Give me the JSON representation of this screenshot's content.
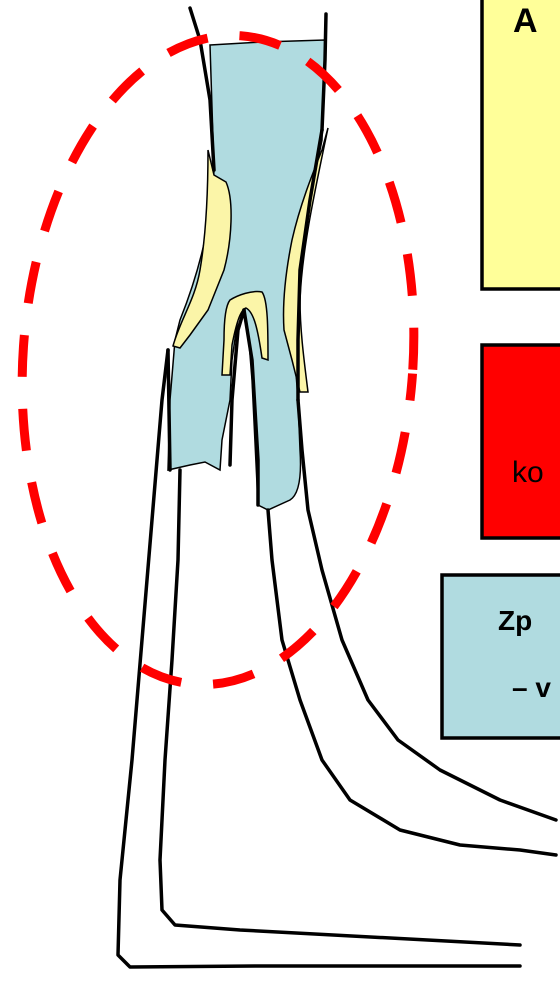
{
  "colors": {
    "background": "#ffffff",
    "vessel_lumen": "#b0dbe0",
    "plaque": "#fbf5a8",
    "outline": "#000000",
    "highlight_dash": "#ff0000",
    "yellow_box": "#ffff99",
    "red_box": "#ff0000",
    "blue_box": "#b0dbe0"
  },
  "labels": {
    "yellow_box": "A",
    "red_box": "ko",
    "blue_box_line1": "Zp",
    "blue_box_line2": "– v"
  }
}
